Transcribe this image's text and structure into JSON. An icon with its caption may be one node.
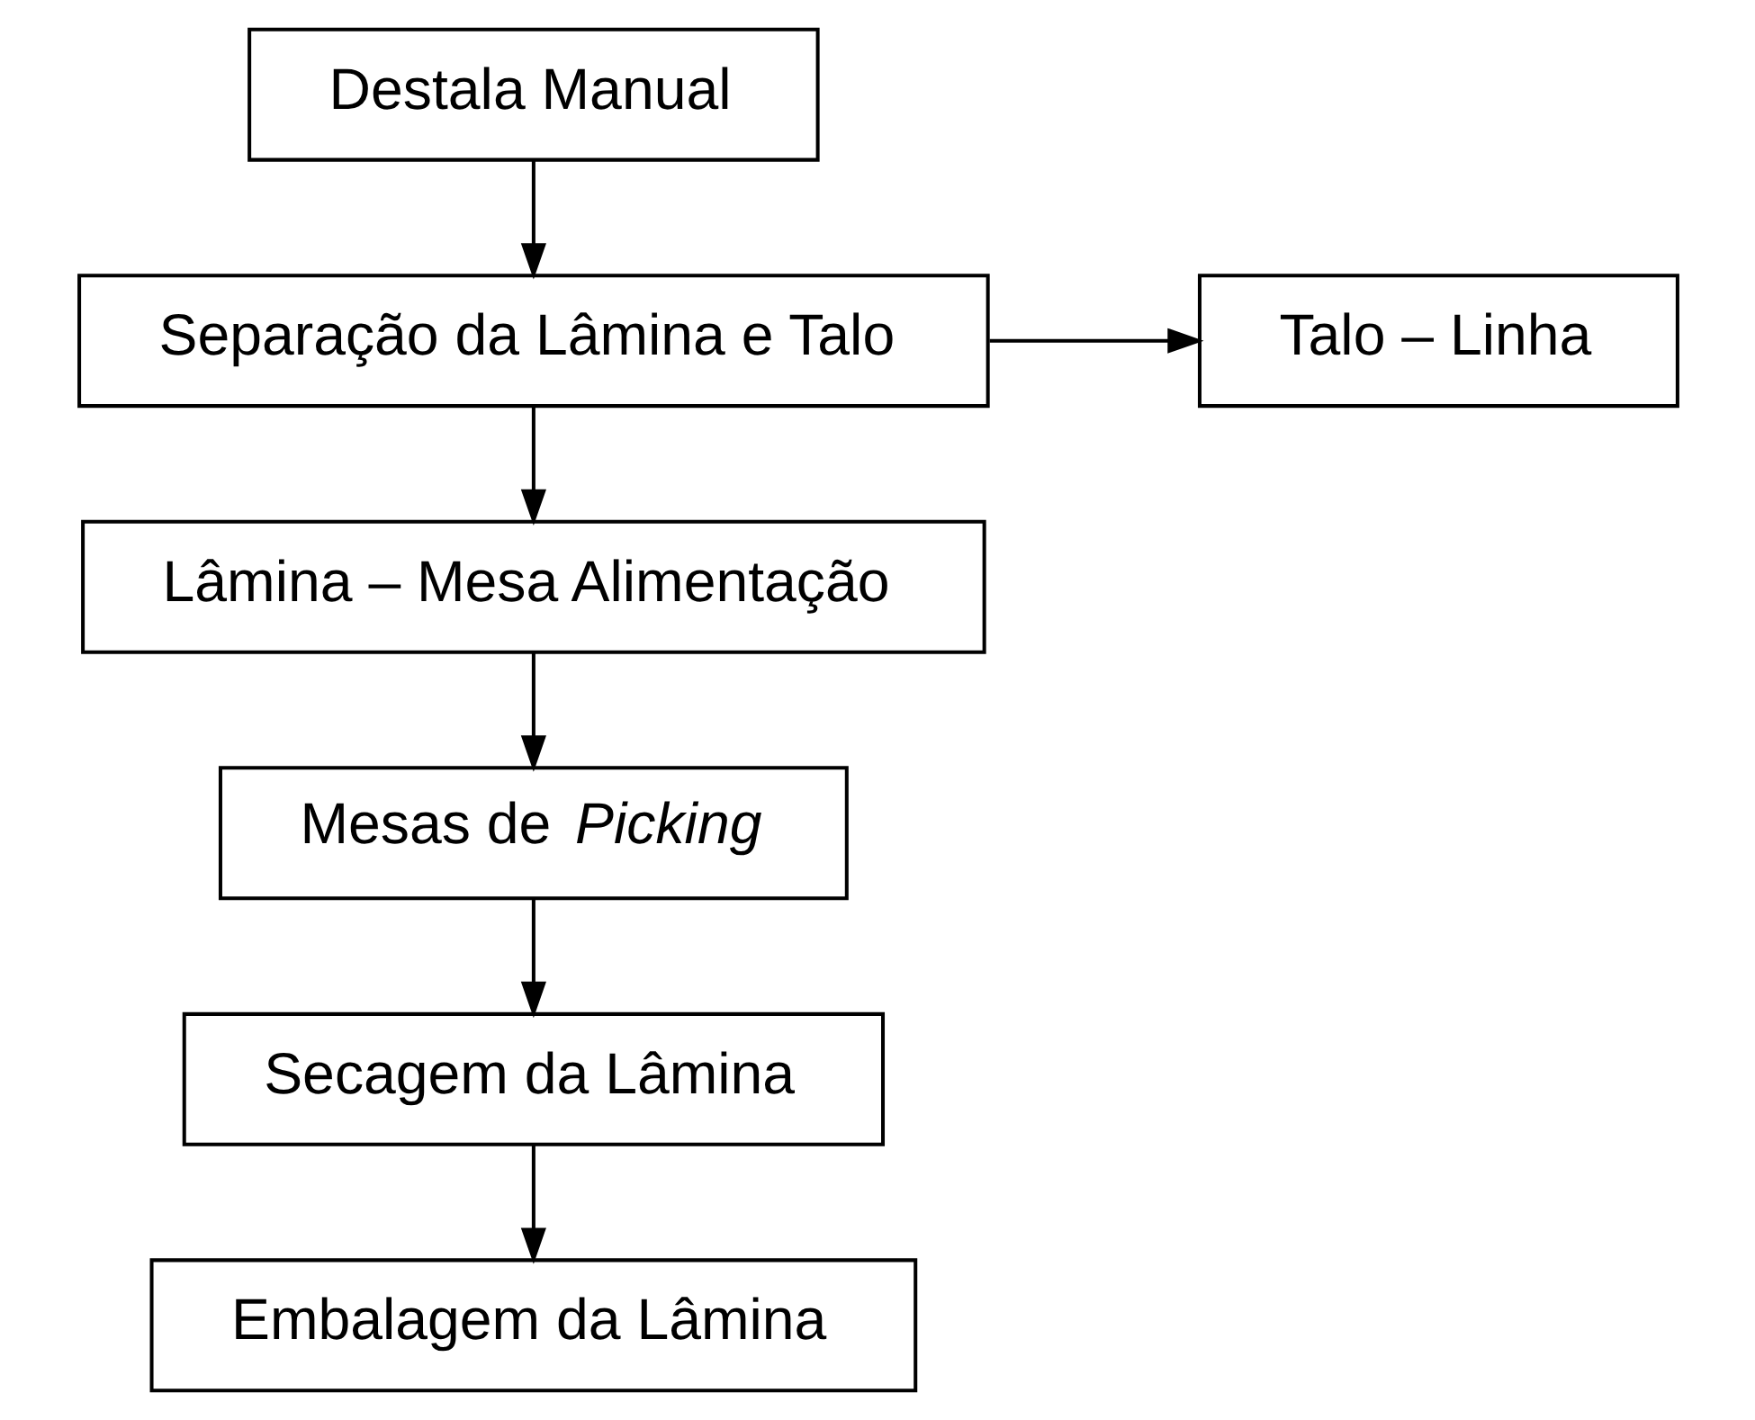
{
  "diagram": {
    "nodes": [
      {
        "text": [
          "Destala Manual"
        ]
      },
      {
        "text": [
          "Separação da Lâmina e Talo"
        ]
      },
      {
        "text": [
          "Talo – Linha"
        ]
      },
      {
        "text": [
          "Lâmina – Mesa Alimentação"
        ]
      },
      {
        "text": [
          "Mesas de *Picking*"
        ]
      },
      {
        "text": [
          "Secagem da Lâmina"
        ]
      },
      {
        "text": [
          "Embalagem da Lâmina"
        ]
      }
    ],
    "edges": [
      {
        "from": 0,
        "to": 1,
        "arrow": "to"
      },
      {
        "from": 1,
        "to": 2,
        "arrow": "to"
      },
      {
        "from": 1,
        "to": 3,
        "arrow": "to"
      },
      {
        "from": 3,
        "to": 4,
        "arrow": "to"
      },
      {
        "from": 4,
        "to": 5,
        "arrow": "to"
      },
      {
        "from": 5,
        "to": 6,
        "arrow": "to"
      }
    ]
  }
}
